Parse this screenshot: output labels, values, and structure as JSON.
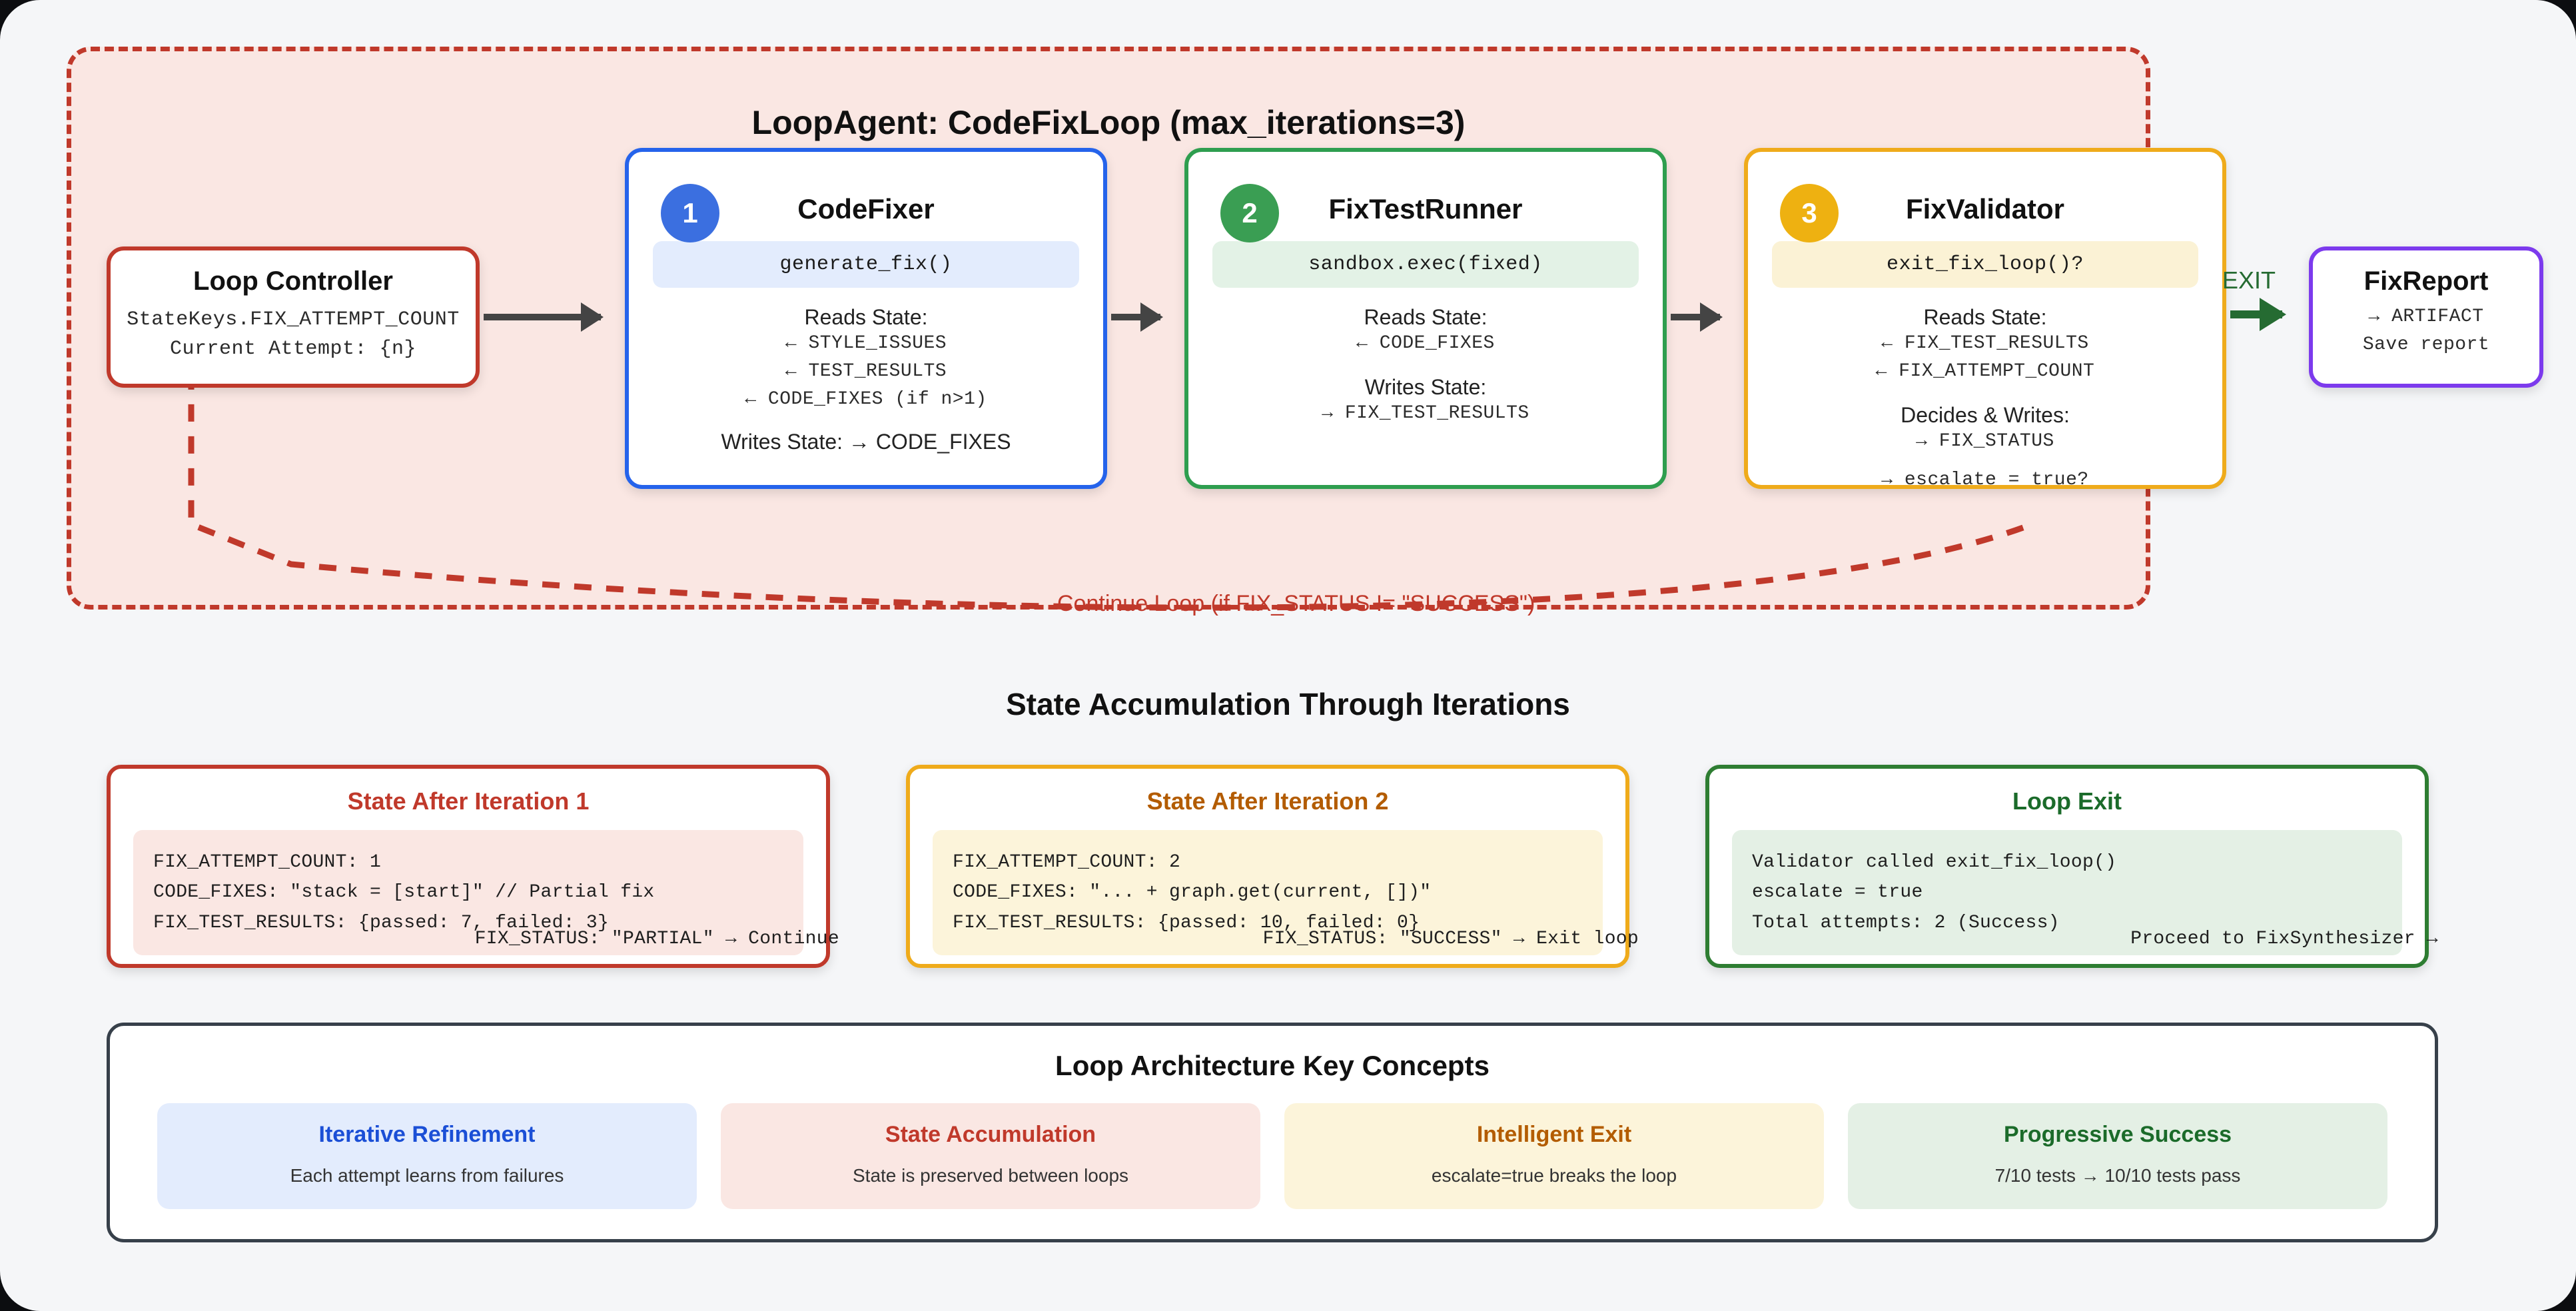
{
  "loop": {
    "title": "LoopAgent: CodeFixLoop (max_iterations=3)",
    "back_label": "Continue Loop (if FIX_STATUS != \"SUCCESS\")",
    "exit_label": "EXIT"
  },
  "controller": {
    "title": "Loop Controller",
    "line1": "StateKeys.FIX_ATTEMPT_COUNT",
    "line2": "Current Attempt: {n}"
  },
  "agents": [
    {
      "badge": "1",
      "title": "CodeFixer",
      "chip": "generate_fix()",
      "reads_label": "Reads State:",
      "reads": [
        "← STYLE_ISSUES",
        "← TEST_RESULTS",
        "← CODE_FIXES (if n>1)"
      ],
      "writes_inline": "Writes State: → CODE_FIXES"
    },
    {
      "badge": "2",
      "title": "FixTestRunner",
      "chip": "sandbox.exec(fixed)",
      "reads_label": "Reads State:",
      "reads": [
        "← CODE_FIXES"
      ],
      "writes_label": "Writes State:",
      "writes": [
        "→ FIX_TEST_RESULTS"
      ]
    },
    {
      "badge": "3",
      "title": "FixValidator",
      "chip": "exit_fix_loop()?",
      "reads_label": "Reads State:",
      "reads": [
        "← FIX_TEST_RESULTS",
        "← FIX_ATTEMPT_COUNT"
      ],
      "writes_label": "Decides & Writes:",
      "writes": [
        "→ FIX_STATUS"
      ],
      "overflow": "→ escalate = true?"
    }
  ],
  "report": {
    "title": "FixReport",
    "line1": "→ ARTIFACT",
    "line2": "Save report"
  },
  "state_section": {
    "title": "State Accumulation Through Iterations",
    "cards": [
      {
        "title": "State After Iteration 1",
        "lines": [
          "FIX_ATTEMPT_COUNT: 1",
          "CODE_FIXES: \"stack = [start]\" // Partial fix",
          "FIX_TEST_RESULTS: {passed: 7, failed: 3}"
        ],
        "footer": "FIX_STATUS: \"PARTIAL\" → Continue"
      },
      {
        "title": "State After Iteration 2",
        "lines": [
          "FIX_ATTEMPT_COUNT: 2",
          "CODE_FIXES: \"... + graph.get(current, [])\"",
          "FIX_TEST_RESULTS: {passed: 10, failed: 0}"
        ],
        "footer": "FIX_STATUS: \"SUCCESS\" → Exit loop"
      },
      {
        "title": "Loop Exit",
        "lines": [
          "Validator called exit_fix_loop()",
          "escalate = true",
          "Total attempts: 2 (Success)"
        ],
        "footer": "Proceed to FixSynthesizer →"
      }
    ]
  },
  "concepts": {
    "title": "Loop Architecture Key Concepts",
    "items": [
      {
        "title": "Iterative Refinement",
        "desc": "Each attempt learns from failures"
      },
      {
        "title": "State Accumulation",
        "desc": "State is preserved between loops"
      },
      {
        "title": "Intelligent Exit",
        "desc": "escalate=true breaks the loop"
      },
      {
        "title": "Progressive Success",
        "desc": "7/10 tests → 10/10 tests pass"
      }
    ]
  },
  "colors": {
    "loop_border": "#c0392b",
    "loop_fill": "#fae7e3",
    "blue": "#2563eb",
    "green": "#2e9e4f",
    "amber": "#efab1b",
    "purple": "#7c3aed",
    "exit_green": "#256b32"
  }
}
